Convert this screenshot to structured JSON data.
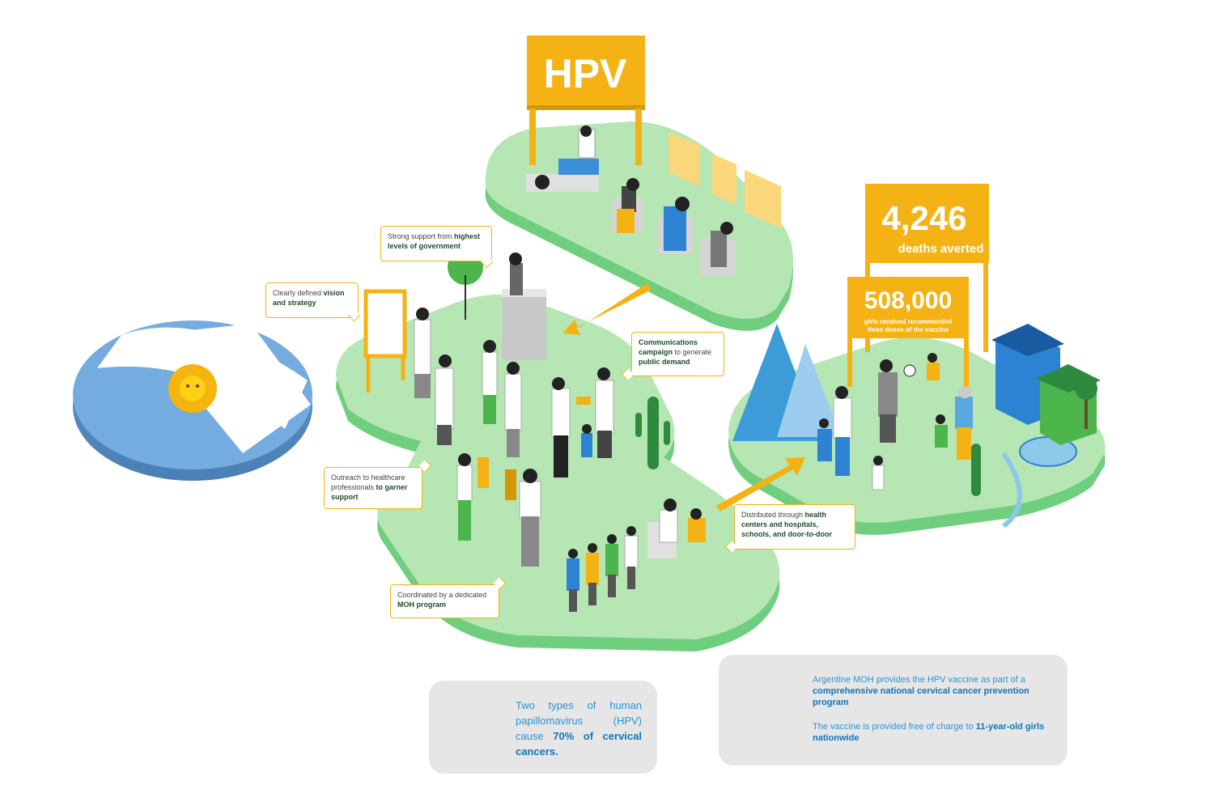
{
  "sign": {
    "label": "HPV"
  },
  "stats": {
    "deaths": {
      "value": "4,246",
      "label": "deaths averted"
    },
    "girls": {
      "value": "508,000",
      "label_line1": "girls received recommended",
      "label_line2": "three doses of the vaccine"
    }
  },
  "callouts": {
    "government": {
      "pre": "Strong support from ",
      "bold": "highest levels of government",
      "post": ""
    },
    "vision": {
      "pre": "Clearly defined ",
      "bold": "vision and strategy",
      "post": ""
    },
    "communications": {
      "pre": "",
      "bold": "Communications campaign",
      "mid": " to generate ",
      "bold2": "public demand"
    },
    "outreach": {
      "pre": "Outreach to healthcare professionals ",
      "bold": "to garner support",
      "post": ""
    },
    "coordinated": {
      "pre": "Coordinated by a dedicated ",
      "bold": "MOH program",
      "post": ""
    },
    "distributed": {
      "pre": "Distributed through ",
      "bold": "health centers and hospitals, schools, and door-to-door",
      "post": ""
    }
  },
  "panel_left": {
    "pre": "Two types of human papillomavirus (HPV) cause ",
    "bold": "70% of cervical cancers."
  },
  "panel_right": {
    "p1_pre": "Argentine MOH provides the HPV vaccine as part of a ",
    "p1_bold": "comprehensive national cervical cancer prevention program",
    "p2_pre": "The vaccine is provided free of charge to ",
    "p2_bold": "11-year-old girls nationwide"
  },
  "colors": {
    "accent": "#f4b214",
    "platform": "#a8e0a8",
    "platform_dark": "#6fcf7f",
    "flag_blue": "#74acdf",
    "text_blue": "#2a93d5",
    "text_blue_bold": "#1474b8"
  },
  "icons": [
    "argentina-flag",
    "no-uterus-icon",
    "syringe-hand-icon"
  ]
}
